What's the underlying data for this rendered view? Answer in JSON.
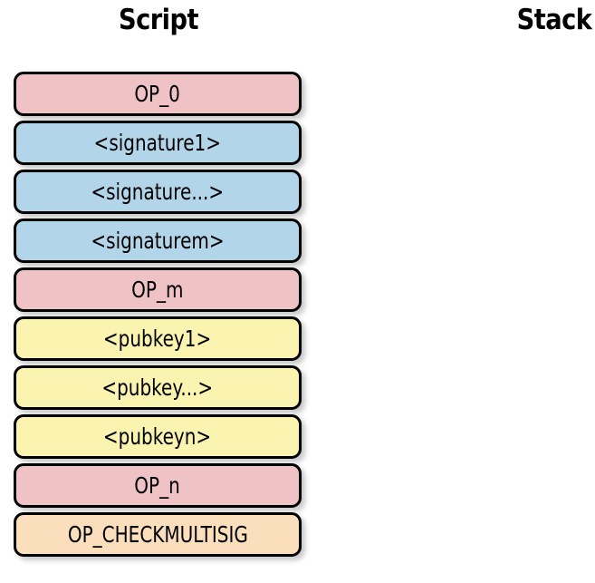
{
  "figure": {
    "title": "",
    "columns": [
      {
        "name": "script-column-header",
        "label": "Script"
      },
      {
        "name": "stack-column-header",
        "label": "Stack"
      }
    ]
  },
  "colors": {
    "pink": "#efc2c6",
    "blue": "#b2d5ea",
    "yellow": "#fbf4b0",
    "orange": "#fbdfbc",
    "border": "#000000",
    "background": "#ffffff",
    "text": "#000000"
  },
  "script": {
    "items": [
      {
        "label": "OP_0",
        "color": "pink",
        "kind": "opcode"
      },
      {
        "label": "<signature1>",
        "color": "blue",
        "kind": "signature"
      },
      {
        "label": "<signature...>",
        "color": "blue",
        "kind": "signature"
      },
      {
        "label": "<signaturem>",
        "color": "blue",
        "kind": "signature"
      },
      {
        "label": "OP_m",
        "color": "pink",
        "kind": "opcode"
      },
      {
        "label": "<pubkey1>",
        "color": "yellow",
        "kind": "pubkey"
      },
      {
        "label": "<pubkey...>",
        "color": "yellow",
        "kind": "pubkey"
      },
      {
        "label": "<pubkeyn>",
        "color": "yellow",
        "kind": "pubkey"
      },
      {
        "label": "OP_n",
        "color": "pink",
        "kind": "opcode"
      },
      {
        "label": "OP_CHECKMULTISIG",
        "color": "orange",
        "kind": "opcode"
      }
    ]
  },
  "stack": {
    "items": []
  }
}
